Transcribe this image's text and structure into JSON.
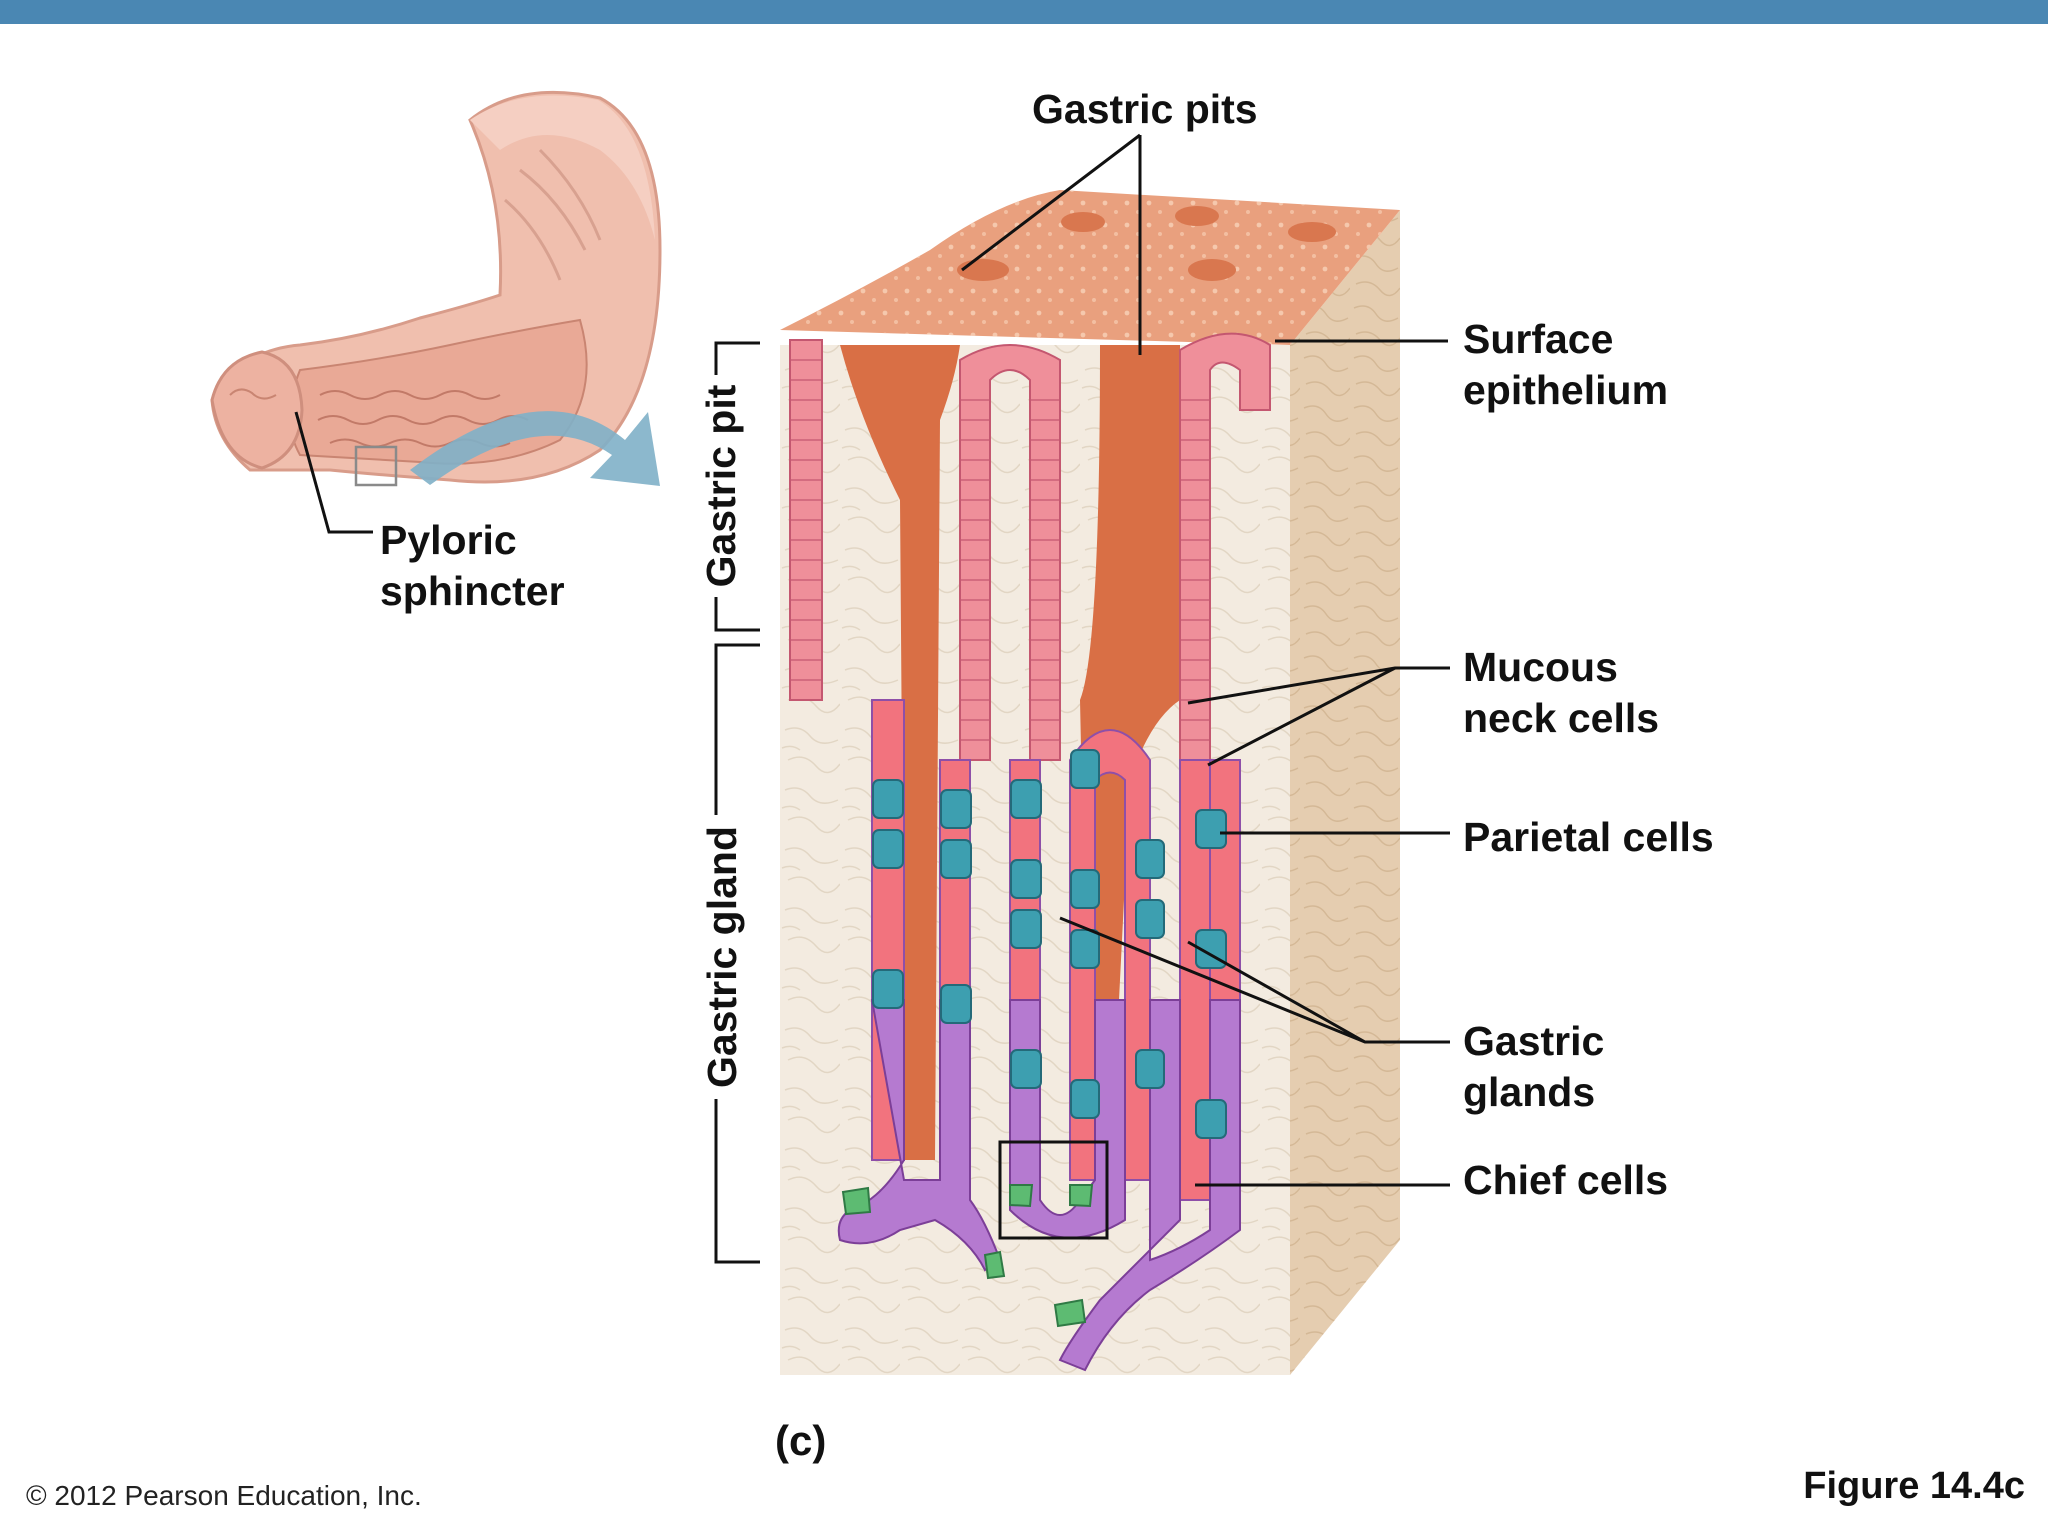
{
  "colors": {
    "top_bar": "#4a87b3",
    "mucosa": "#e9a07e",
    "lumen": "#d96f45",
    "tissue": "#f3ebe0",
    "side": "#e5cdb0",
    "epithelium": "#ef8f9a",
    "mucous_neck": "#f2737e",
    "parietal": "#3d9fb0",
    "chief": "#b57ad0",
    "stem": "#5dbb72",
    "stomach": "#f0bfae"
  },
  "labels": {
    "gastric_pits": "Gastric pits",
    "surface_epithelium_1": "Surface",
    "surface_epithelium_2": "epithelium",
    "pyloric_1": "Pyloric",
    "pyloric_2": "sphincter",
    "mucous_neck_1": "Mucous",
    "mucous_neck_2": "neck cells",
    "parietal_cells": "Parietal cells",
    "gastric_glands_1": "Gastric",
    "gastric_glands_2": "glands",
    "chief_cells": "Chief cells",
    "gastric_pit": "Gastric pit",
    "gastric_gland": "Gastric gland",
    "panel": "(c)",
    "copyright": "© 2012 Pearson Education, Inc.",
    "figure_number": "Figure 14.4c"
  }
}
